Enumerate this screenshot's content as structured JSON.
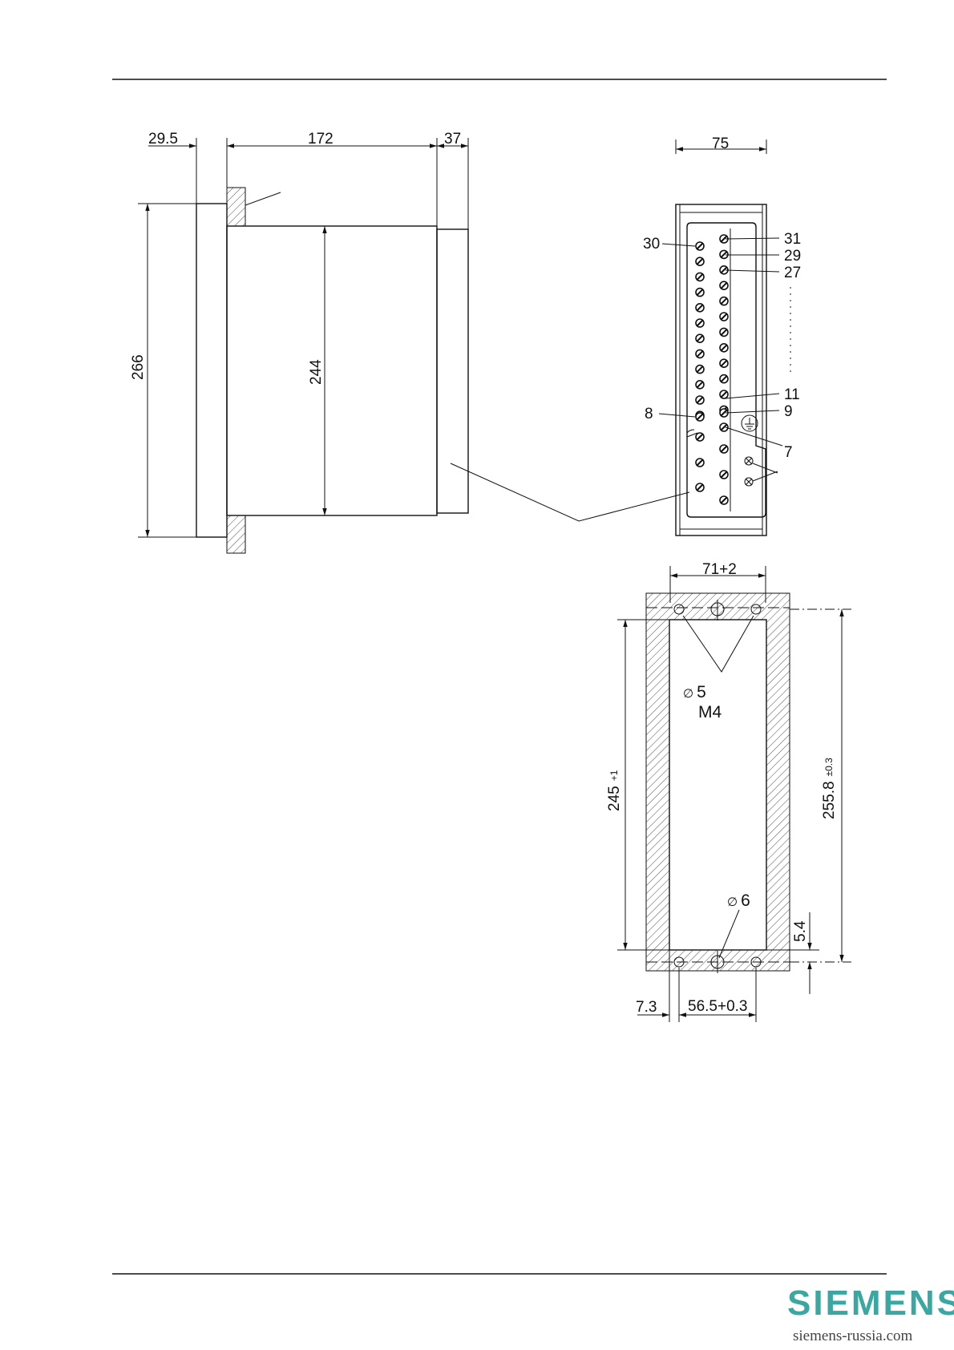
{
  "side_view": {
    "dim_flange": "29.5",
    "dim_length": "172",
    "dim_rear": "37",
    "dim_height_outer": "266",
    "dim_height_body": "244"
  },
  "rear_view": {
    "dim_width": "75",
    "terminal_labels": {
      "t30": "30",
      "t31": "31",
      "t29": "29",
      "t27": "27",
      "t11": "11",
      "t9": "9",
      "t8": "8",
      "t7": "7"
    },
    "earth_icon": "earth-ground-icon"
  },
  "cutout": {
    "dim_top_width": "71+2",
    "dim_hole_top": "5",
    "dim_thread": "M4",
    "dim_height_left": "245",
    "dim_height_left_tol": "+1",
    "dim_height_right": "255.8",
    "dim_height_right_tol": "±0.3",
    "dim_hole_bottom": "6",
    "dim_offset": "5.4",
    "dim_left_offset": "7.3",
    "dim_bottom_width": "56.5+0.3",
    "diameter_symbol": "∅"
  },
  "footer": {
    "brand_name": "SIEMENS",
    "brand_url": "siemens-russia.com"
  },
  "colors": {
    "brand": "#3aa7a3",
    "lines": "#111111"
  }
}
